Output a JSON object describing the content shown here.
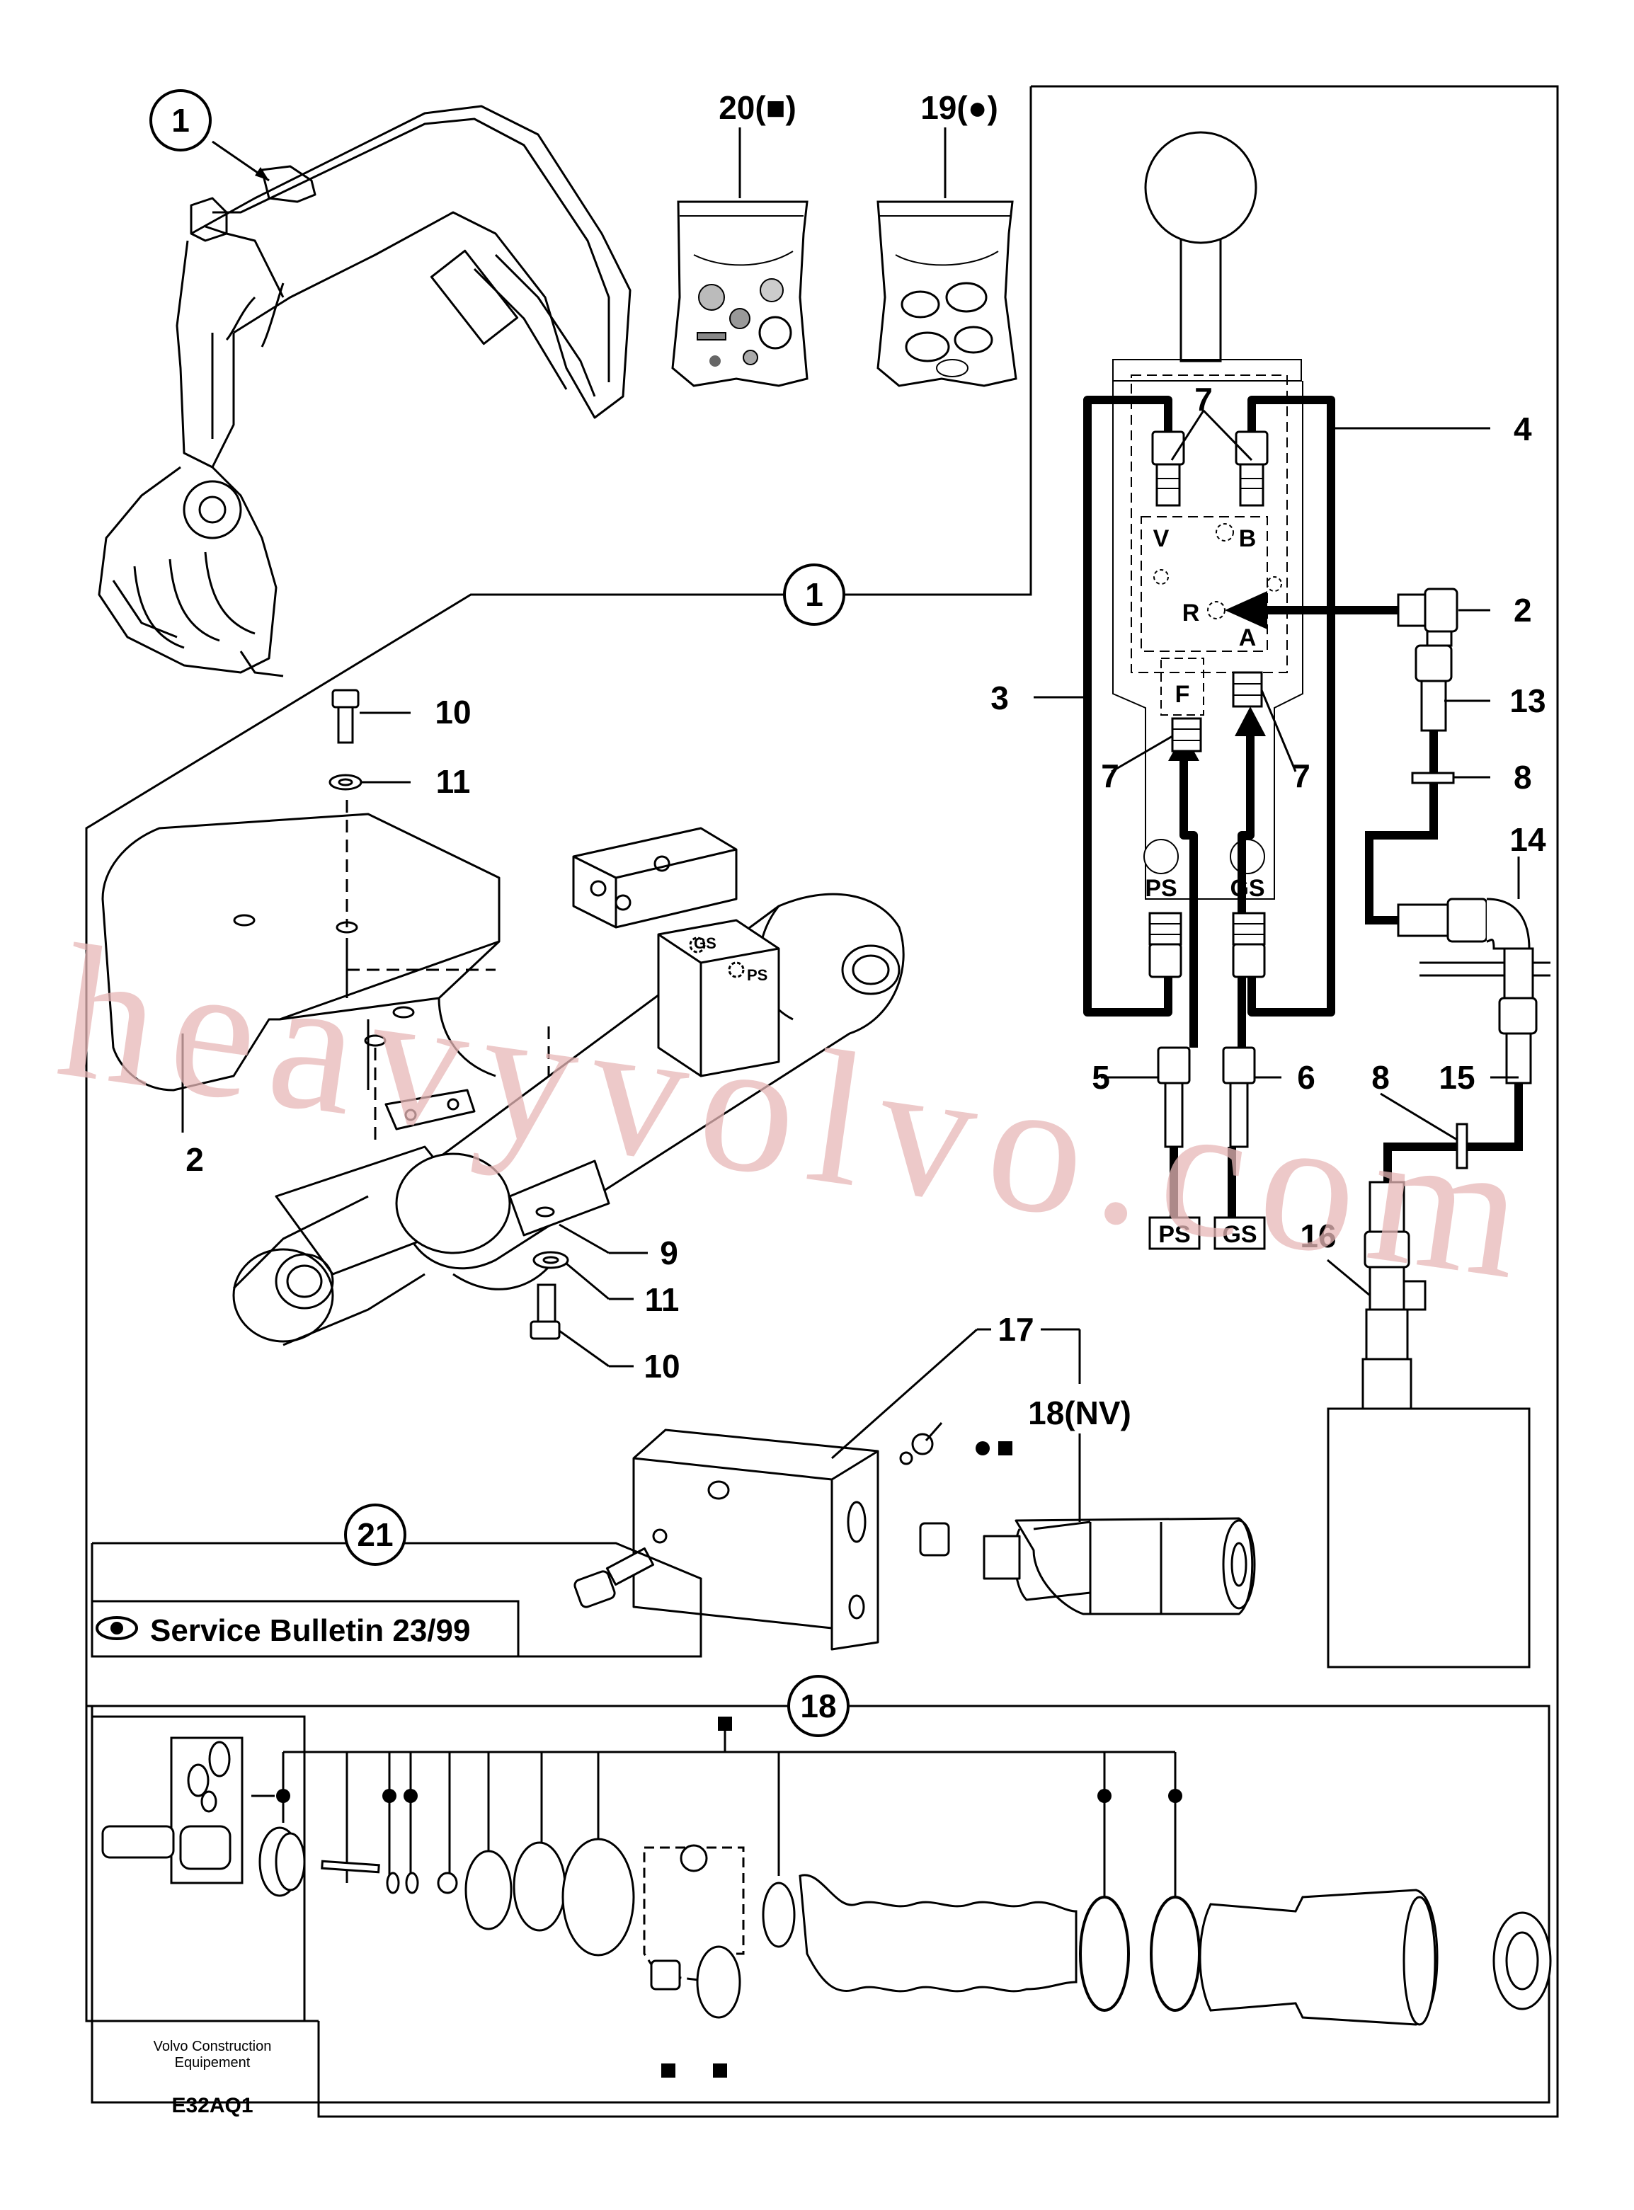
{
  "callouts": {
    "c1_top": "1",
    "c1_mid": "1",
    "c21": "21",
    "c18": "18"
  },
  "kits": {
    "kit20": "20(■)",
    "kit19": "19(●)"
  },
  "part_labels": {
    "p2": "2",
    "p2_valve": "2",
    "p3": "3",
    "p4": "4",
    "p5": "5",
    "p6": "6",
    "p7a": "7",
    "p7b": "7",
    "p7c": "7",
    "p8a": "8",
    "p8b": "8",
    "p9": "9",
    "p10a": "10",
    "p10b": "10",
    "p11a": "11",
    "p11b": "11",
    "p13": "13",
    "p14": "14",
    "p15": "15",
    "p16": "16",
    "p17": "17",
    "p18nv": "18(NV)"
  },
  "valve_ports": {
    "V": "V",
    "B": "B",
    "R": "R",
    "A": "A",
    "F": "F",
    "PS": "PS",
    "GS": "GS",
    "PS_out": "PS",
    "GS_out": "GS",
    "GS_block": "GS",
    "PS_block": "PS"
  },
  "service_bulletin": "Service Bulletin 23/99",
  "footer": {
    "company_line1": "Volvo Construction",
    "company_line2": "Equipement",
    "code": "E32AQ1"
  },
  "watermark": "heavyvolvo.com",
  "colors": {
    "ink": "#000000",
    "watermark": "#e7b7b7"
  }
}
